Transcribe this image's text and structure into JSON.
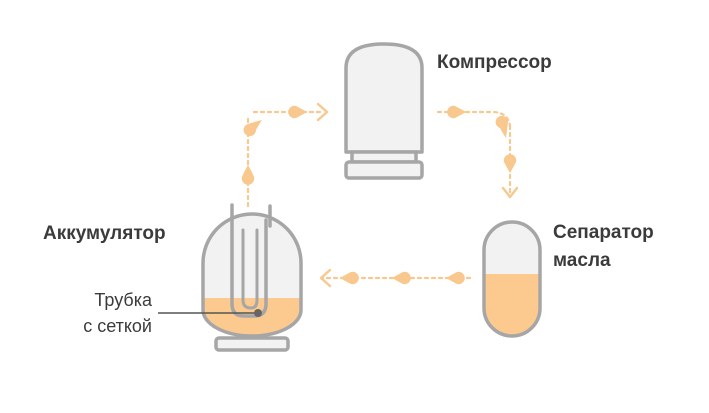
{
  "labels": {
    "compressor": "Компрессор",
    "accumulator": "Аккумулятор",
    "separator_line1": "Сепаратор",
    "separator_line2": "масла",
    "tube_line1": "Трубка",
    "tube_line2": "с сеткой"
  },
  "colors": {
    "outline": "#a6a6a6",
    "body_fill": "#f2f2f2",
    "oil": "#fcc98f",
    "flow": "#f8c88e",
    "label_text": "#3b3b3b",
    "leader_line": "#555555"
  },
  "icons": [
    "oil-drop-icon",
    "arrowhead-icon"
  ]
}
